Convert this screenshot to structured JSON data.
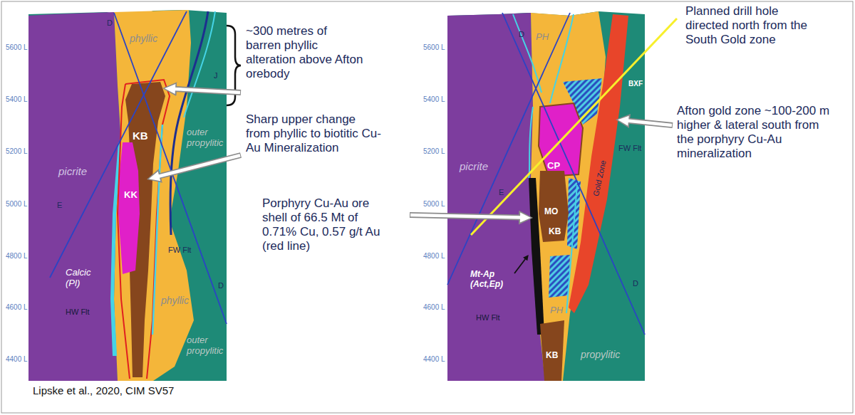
{
  "diagram": {
    "labels": [
      "5600 L",
      "5400 L",
      "5200 L",
      "5000 L",
      "4800 L",
      "4600 L",
      "4400 L",
      "phyllic",
      "D",
      "J",
      "KB",
      "picrite",
      "KK",
      "outer propylitic",
      "FW Flt",
      "E",
      "phyllic",
      "Calcic (Pl)",
      "HW Flt",
      "D",
      "outer propylitic",
      "~300 metres of barren phyllic alteration above Afton orebody",
      "Sharp upper change from phyllic to biotitic Cu-Au Mineralization",
      "Porphyry Cu-Au ore shell of 66.5 Mt of 0.71% Cu, 0.57 g/t Au (red line)",
      "5600 L",
      "5400 L",
      "5200 L",
      "5000 L",
      "4800 L",
      "4600 L",
      "4400 L",
      "D",
      "PH",
      "BXF",
      "picrite",
      "CP",
      "FW Flt",
      "Gold Zone",
      "MO",
      "KB",
      "E",
      "Mt-Ap (Act,Ep)",
      "PH",
      "HW Flt",
      "D",
      "KB",
      "propylitic",
      "Planned drill hole directed north from the South Gold zone",
      "Afton gold zone ~100-200 m higher & lateral south from the porphyry Cu-Au mineralization",
      "Lipske et al., 2020, CIM SV57"
    ]
  }
}
